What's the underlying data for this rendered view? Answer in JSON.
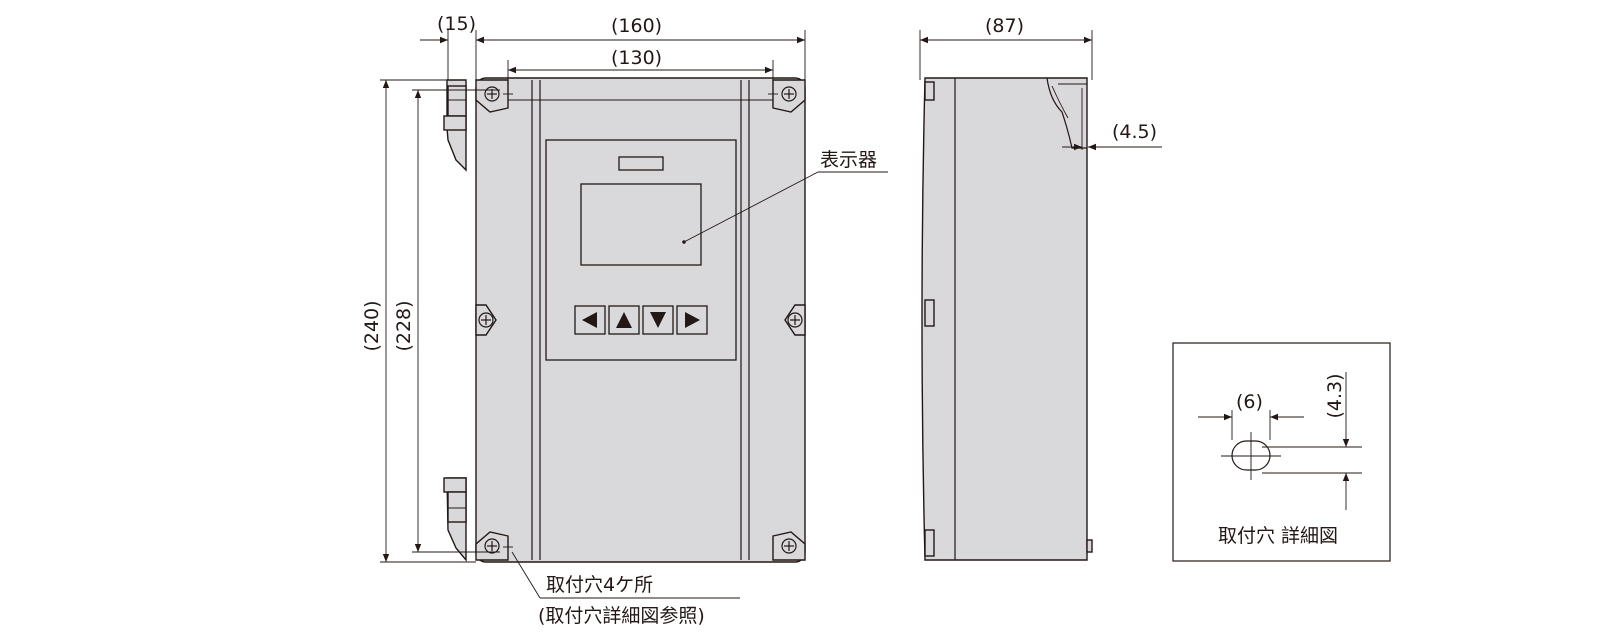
{
  "front_view": {
    "dim_bracket_width": "(15)",
    "dim_overall_width": "(160)",
    "dim_hole_pitch_width": "(130)",
    "dim_overall_height": "(240)",
    "dim_hole_pitch_height": "(228)",
    "display_label": "表示器",
    "mounting_holes_label": "取付穴4ケ所",
    "mounting_holes_note": "(取付穴詳細図参照)",
    "keys": [
      "◀",
      "▲",
      "▼",
      "▶"
    ]
  },
  "side_view": {
    "dim_depth": "(87)",
    "dim_offset": "(4.5)"
  },
  "detail_view": {
    "dim_hole_width": "(6)",
    "dim_hole_height": "(4.3)",
    "title": "取付穴 詳細図"
  }
}
